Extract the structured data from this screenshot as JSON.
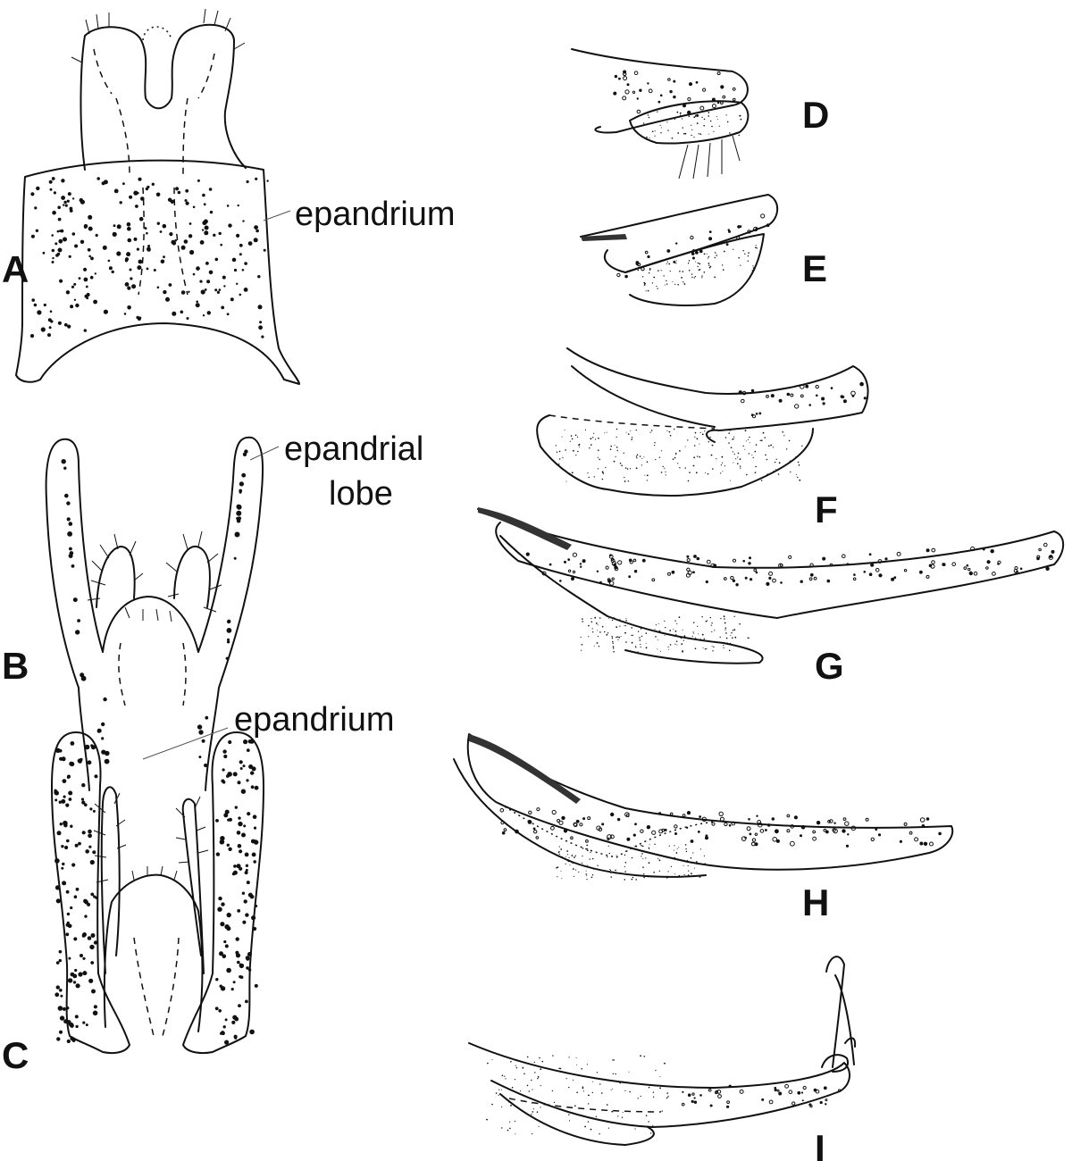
{
  "panels": [
    {
      "id": "A",
      "letter": "A"
    },
    {
      "id": "B",
      "letter": "B"
    },
    {
      "id": "C",
      "letter": "C"
    },
    {
      "id": "D",
      "letter": "D"
    },
    {
      "id": "E",
      "letter": "E"
    },
    {
      "id": "F",
      "letter": "F"
    },
    {
      "id": "G",
      "letter": "G"
    },
    {
      "id": "H",
      "letter": "H"
    },
    {
      "id": "I",
      "letter": "I"
    }
  ],
  "labels": {
    "epandrium_a": "epandrium",
    "epandrial_lobe_line1": "epandrial",
    "epandrial_lobe_line2": "lobe",
    "epandrium_b": "epandrium"
  },
  "colors": {
    "ink": "#111111",
    "background": "#ffffff"
  }
}
